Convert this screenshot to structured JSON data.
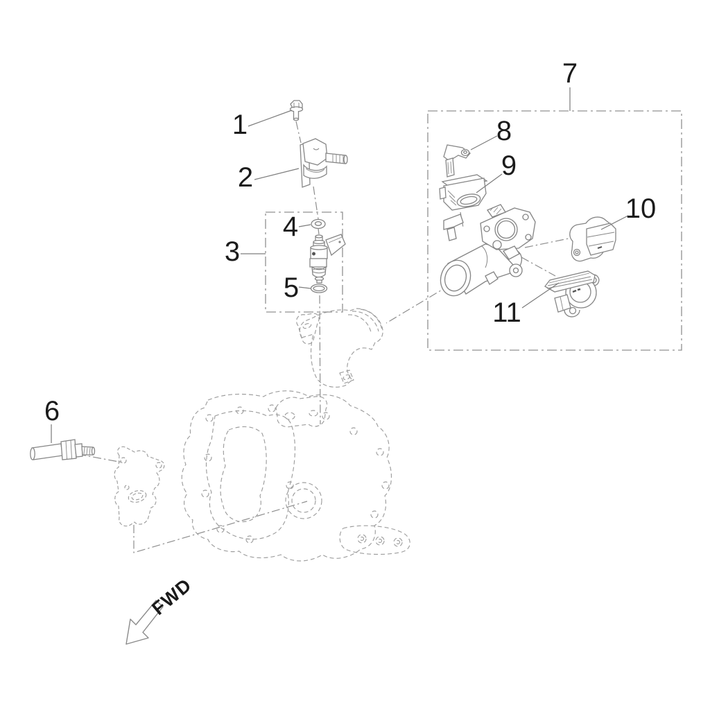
{
  "diagram": {
    "callouts": [
      {
        "text": "1"
      },
      {
        "text": "2"
      },
      {
        "text": "3"
      },
      {
        "text": "4"
      },
      {
        "text": "5"
      },
      {
        "text": "6"
      },
      {
        "text": "7"
      },
      {
        "text": "8"
      },
      {
        "text": "9"
      },
      {
        "text": "10"
      },
      {
        "text": "11"
      }
    ],
    "direction_indicator": {
      "text": "FWD"
    },
    "colors": {
      "background": "#ffffff",
      "part_line": "#868686",
      "reference_line": "#9d9d9d",
      "leader_line": "#7d7d7d",
      "label_text": "#1b1b1b"
    }
  }
}
